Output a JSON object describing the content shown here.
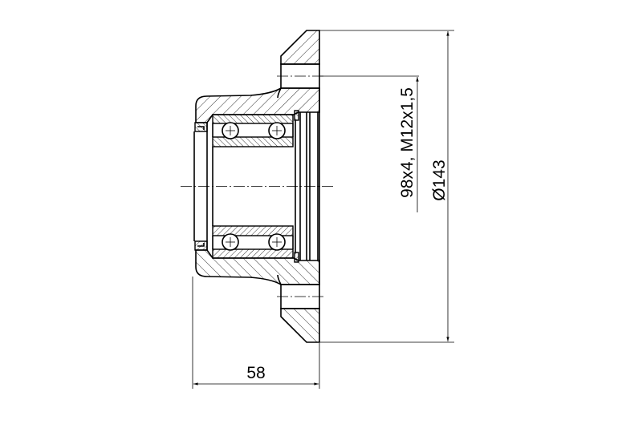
{
  "drawing": {
    "dimensions": {
      "width_label": "58",
      "thread_label": "98x4, M12x1,5",
      "diameter_label": "Ø143"
    },
    "colors": {
      "line": "#000000",
      "background": "#ffffff"
    }
  }
}
